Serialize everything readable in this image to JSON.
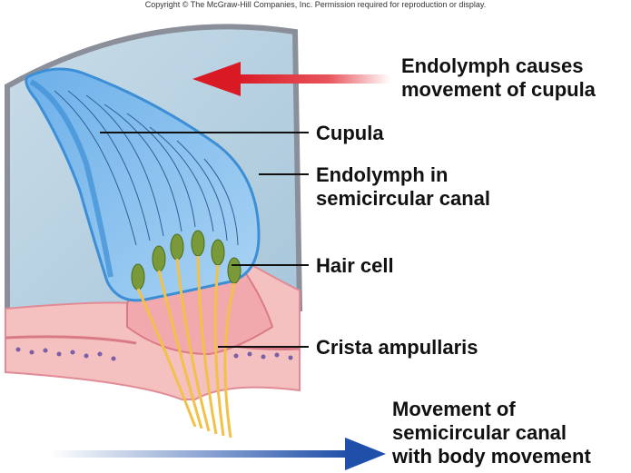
{
  "copyright": "Copyright © The McGraw-Hill Companies, Inc. Permission required for reproduction or display.",
  "labels": {
    "endolymph_causes": [
      "Endolymph causes",
      "movement of cupula"
    ],
    "cupula": "Cupula",
    "endolymph_in": [
      "Endolymph in",
      "semicircular canal"
    ],
    "hair_cell": "Hair cell",
    "crista": "Crista ampullaris",
    "movement": [
      "Movement of",
      "semicircular canal",
      "with body movement"
    ]
  },
  "colors": {
    "canal_fill": "#a9c9dc",
    "canal_border": "#8a8f99",
    "cupula_fill": "#7fb6e6",
    "cupula_edge": "#3c8fd6",
    "tissue_pink": "#f2b3b3",
    "tissue_dark": "#d97b86",
    "nerve_yellow": "#f2c14a",
    "red_arrow": "#d91a24",
    "blue_arrow": "#1f4fa8"
  }
}
